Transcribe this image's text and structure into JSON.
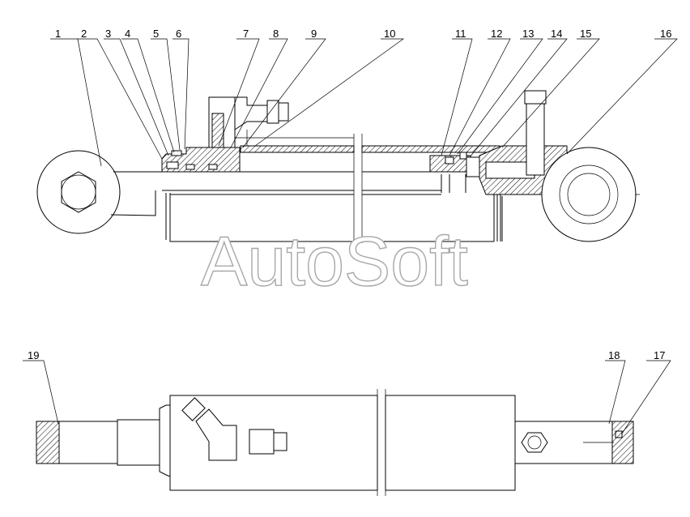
{
  "watermark": "AutoSoft",
  "callouts_top": [
    "1",
    "2",
    "3",
    "4",
    "5",
    "6",
    "7",
    "8",
    "9",
    "10",
    "11",
    "12",
    "13",
    "14",
    "15",
    "16"
  ],
  "callouts_bottom": [
    "19",
    "18",
    "17"
  ]
}
